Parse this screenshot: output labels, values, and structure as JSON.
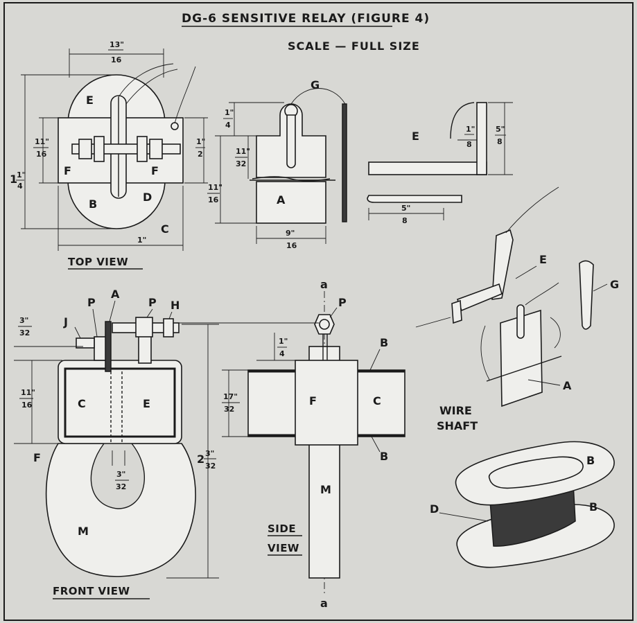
{
  "title": "DG-6 SENSITIVE RELAY (FIGURE 4)",
  "scale": "SCALE — FULL SIZE",
  "views": {
    "top": "TOP VIEW",
    "front": "FRONT VIEW",
    "side_line1": "SIDE",
    "side_line2": "VIEW"
  },
  "parts": {
    "A": "A",
    "B": "B",
    "C": "C",
    "D": "D",
    "E": "E",
    "F": "F",
    "G": "G",
    "H": "H",
    "J": "J",
    "M": "M",
    "P": "P",
    "a": "a"
  },
  "wire_shaft_line1": "WIRE",
  "wire_shaft_line2": "SHAFT",
  "dims": {
    "d13_16": [
      "13\"",
      "16"
    ],
    "d11_16": [
      "11\"",
      "16"
    ],
    "d1_4": [
      "1\"",
      "4"
    ],
    "d1_2": [
      "1\"",
      "2"
    ],
    "d11_32": [
      "11\"",
      "32"
    ],
    "d9_16": [
      "9\"",
      "16"
    ],
    "d1_8": [
      "1\"",
      "8"
    ],
    "d5_8": [
      "5\"",
      "8"
    ],
    "d3_32": [
      "3\"",
      "32"
    ],
    "d17_32": [
      "17\"",
      "32"
    ],
    "one_inch": "1\"",
    "one_quarter_whole": "1",
    "two_whole": "2",
    "two_frac": [
      "3\"",
      "32"
    ]
  }
}
